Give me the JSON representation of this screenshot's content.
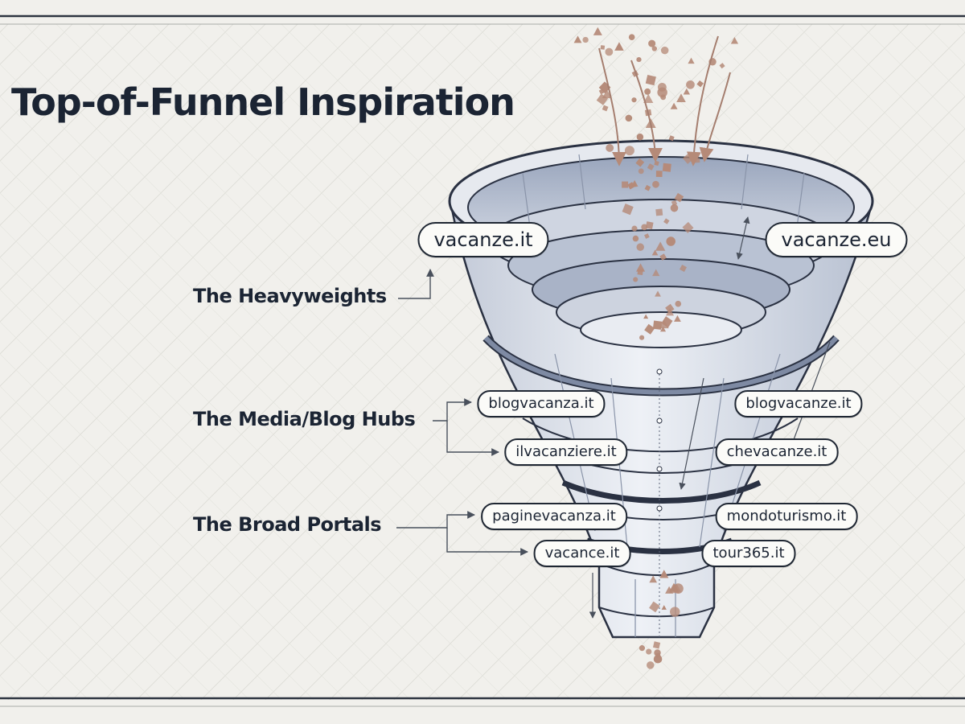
{
  "title": "Top-of-Funnel Inspiration",
  "tiers": [
    {
      "label": "The Heavyweights",
      "sites": [
        "vacanze.it",
        "vacanze.eu"
      ]
    },
    {
      "label": "The Media/Blog Hubs",
      "sites": [
        "blogvacanza.it",
        "blogvacanze.it",
        "ilvacanziere.it",
        "chevacanze.it"
      ]
    },
    {
      "label": "The Broad Portals",
      "sites": [
        "paginevacanza.it",
        "mondoturismo.it",
        "vacance.it",
        "tour365.it"
      ]
    }
  ],
  "colors": {
    "background": "#f1f0ec",
    "ink": "#1b2433",
    "funnel_fill": "#dde2ec",
    "funnel_shade": "#b9c2d3",
    "particles": "#b58a78"
  }
}
